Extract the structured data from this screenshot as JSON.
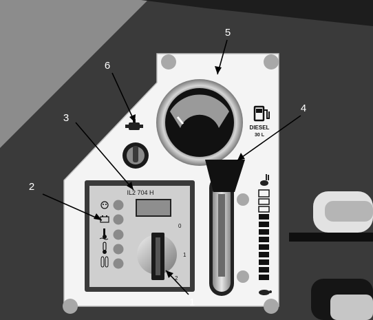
{
  "controller": {
    "model_label": "IL2 704 H",
    "key_positions": [
      "0",
      "1",
      "2"
    ]
  },
  "fuel_gauge": {
    "tank_label": "DIESEL",
    "capacity_label": "30 L"
  },
  "callouts": [
    "1",
    "2",
    "3",
    "4",
    "5",
    "6"
  ],
  "icons": {
    "controller_leds": [
      "oil-can-icon",
      "battery-icon",
      "water-temperature-icon",
      "thermometer-icon",
      "glow-plug-icon"
    ],
    "fuel": "fuel-pump-icon",
    "speed_fast": "hare-icon",
    "speed_slow": "tortoise-icon",
    "switch": "engine-icon"
  },
  "colors": {
    "machine_dark": "#3a3a3a",
    "panel": "#f4f4f4",
    "bolt": "#a8a8a8",
    "callout_line": "#000000",
    "callout_text": "#ffffff"
  }
}
